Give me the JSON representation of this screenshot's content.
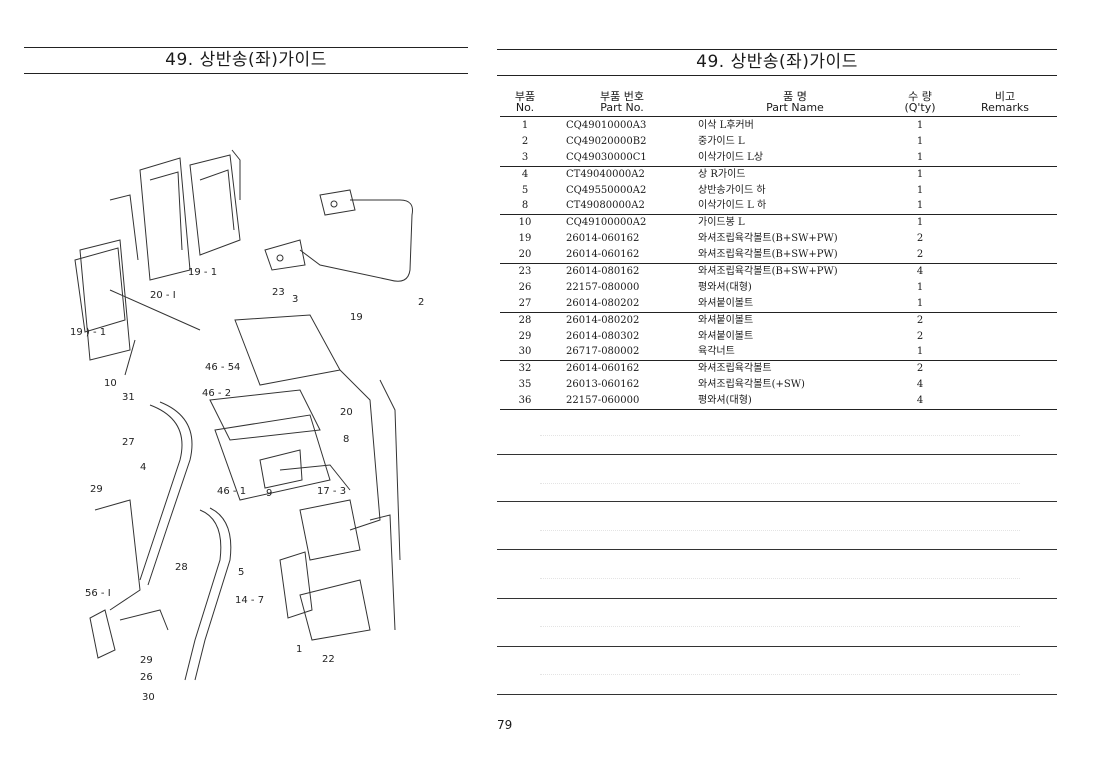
{
  "left": {
    "title": "49. 상반송(좌)가이드",
    "callouts": {
      "c2": "2",
      "c3": "3",
      "c19": "19",
      "c19_1": "19 - 1",
      "c20_1": "20 - I",
      "c23": "23",
      "c19_1b": "19 ) - 1",
      "c10": "10",
      "c31": "31",
      "c46_54": "46 - 54",
      "c46_2": "46 - 2",
      "c46_1": "46 - 1",
      "c9": "9",
      "c17_3": "17 - 3",
      "c20": "20",
      "c8": "8",
      "c27": "27",
      "c4": "4",
      "c29": "29",
      "c28": "28",
      "c5": "5",
      "c14_7": "14 - 7",
      "c56_1": "56 - I",
      "c29b": "29",
      "c26": "26",
      "c30": "30",
      "c1": "1",
      "c22": "22"
    }
  },
  "right": {
    "title": "49. 상반송(좌)가이드",
    "header": {
      "no_ko": "부품",
      "no_en": "No.",
      "pn_ko": "부품  번호",
      "pn_en": "Part  No.",
      "nm_ko": "품     명",
      "nm_en": "Part    Name",
      "qt_ko": "수  량",
      "qt_en": "(Q'ty)",
      "rm_ko": "비고",
      "rm_en": "Remarks"
    },
    "rows": [
      {
        "no": "1",
        "part": "CQ49010000A3",
        "name": "이삭 L후커버",
        "qty": "1"
      },
      {
        "no": "2",
        "part": "CQ49020000B2",
        "name": "중가이드 L",
        "qty": "1"
      },
      {
        "no": "3",
        "part": "CQ49030000C1",
        "name": "이삭가이드 L상",
        "qty": "1"
      },
      {
        "no": "4",
        "part": "CT49040000A2",
        "name": "상 R가이드",
        "qty": "1"
      },
      {
        "no": "5",
        "part": "CQ49550000A2",
        "name": "상반송가이드 하",
        "qty": "1"
      },
      {
        "no": "8",
        "part": "CT49080000A2",
        "name": "이삭가이드 L 하",
        "qty": "1"
      },
      {
        "no": "10",
        "part": "CQ49100000A2",
        "name": "가이드봉 L",
        "qty": "1"
      },
      {
        "no": "19",
        "part": "26014-060162",
        "name": "와셔조립육각볼트(B+SW+PW)",
        "qty": "2"
      },
      {
        "no": "20",
        "part": "26014-060162",
        "name": "와셔조립육각볼트(B+SW+PW)",
        "qty": "2"
      },
      {
        "no": "23",
        "part": "26014-080162",
        "name": "와셔조립육각볼트(B+SW+PW)",
        "qty": "4"
      },
      {
        "no": "26",
        "part": "22157-080000",
        "name": "평와셔(대형)",
        "qty": "1"
      },
      {
        "no": "27",
        "part": "26014-080202",
        "name": "와셔붙이볼트",
        "qty": "1"
      },
      {
        "no": "28",
        "part": "26014-080202",
        "name": "와셔붙이볼트",
        "qty": "2"
      },
      {
        "no": "29",
        "part": "26014-080302",
        "name": "와셔붙이볼트",
        "qty": "2"
      },
      {
        "no": "30",
        "part": "26717-080002",
        "name": "육각너트",
        "qty": "1"
      },
      {
        "no": "32",
        "part": "26014-060162",
        "name": "와셔조립육각볼트",
        "qty": "2"
      },
      {
        "no": "35",
        "part": "26013-060162",
        "name": "와셔조립육각볼트(+SW)",
        "qty": "4"
      },
      {
        "no": "36",
        "part": "22157-060000",
        "name": "평와셔(대형)",
        "qty": "4"
      }
    ]
  },
  "page_number": "79"
}
